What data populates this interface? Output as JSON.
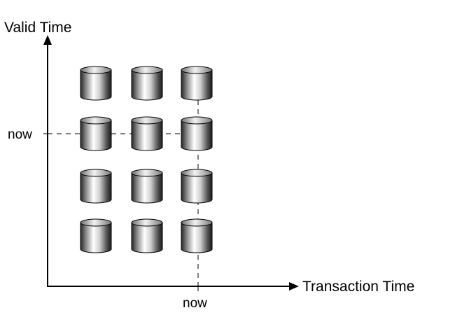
{
  "axes": {
    "y_title": "Valid Time",
    "x_title": "Transaction Time",
    "y_now_label": "now",
    "x_now_label": "now"
  },
  "grid": {
    "rows": 4,
    "columns": 3
  },
  "colors": {
    "line": "#000000",
    "cylinder_light": "#ffffff",
    "cylinder_dark": "#1a1a1a",
    "background": "#ffffff"
  }
}
